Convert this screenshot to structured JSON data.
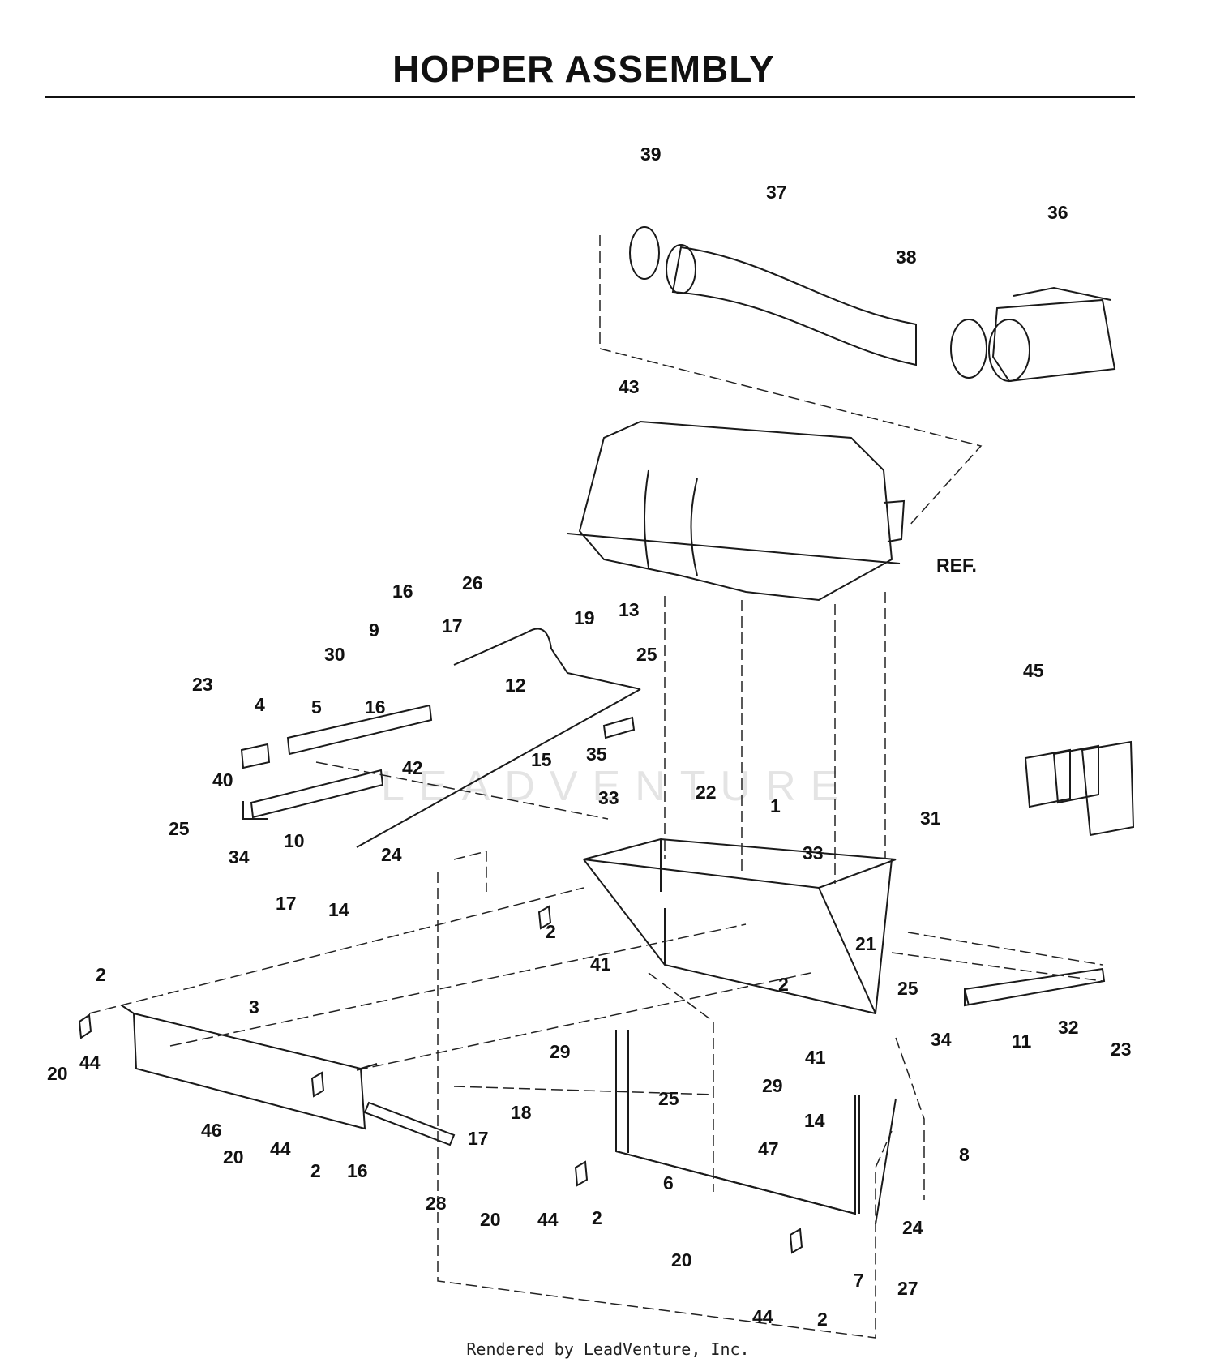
{
  "title": "HOPPER ASSEMBLY",
  "watermark": "LEADVENTURE",
  "footer": "Rendered by LeadVenture, Inc.",
  "labels": [
    "39",
    "37",
    "36",
    "38",
    "43",
    "REF.",
    "26",
    "16",
    "17",
    "19",
    "13",
    "9",
    "30",
    "12",
    "25",
    "23",
    "4",
    "5",
    "16",
    "42",
    "35",
    "45",
    "40",
    "15",
    "10",
    "25",
    "34",
    "33",
    "22",
    "1",
    "31",
    "24",
    "33",
    "17",
    "14",
    "2",
    "21",
    "2",
    "41",
    "2",
    "25",
    "34",
    "11",
    "32",
    "23",
    "3",
    "29",
    "20",
    "44",
    "25",
    "41",
    "29",
    "14",
    "18",
    "17",
    "47",
    "8",
    "46",
    "20",
    "44",
    "2",
    "16",
    "28",
    "6",
    "20",
    "44",
    "2",
    "24",
    "20",
    "7",
    "27",
    "44",
    "2"
  ]
}
